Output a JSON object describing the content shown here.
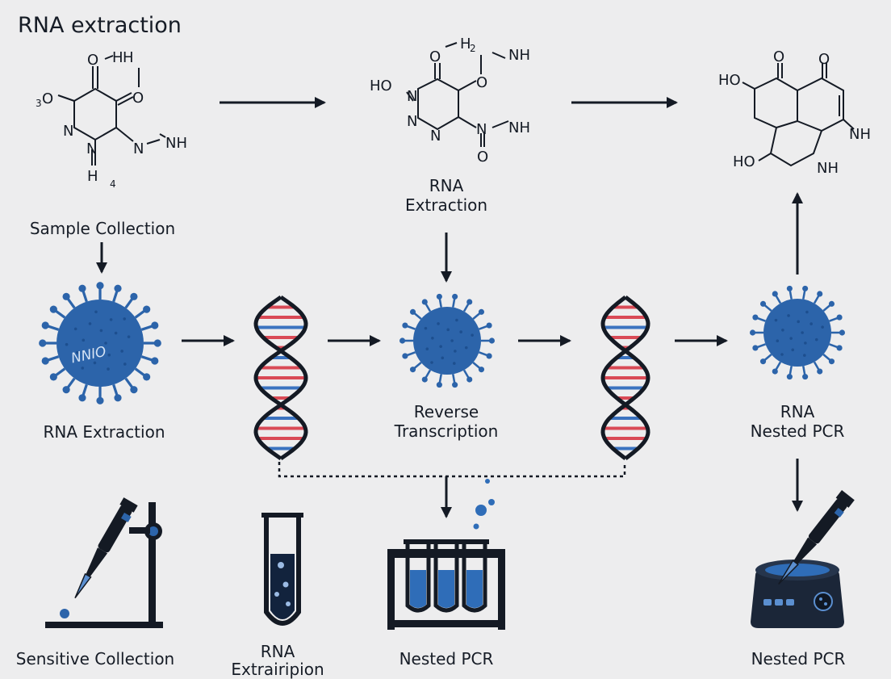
{
  "title": "RNA extraction",
  "labels": {
    "sample_collection": "Sample Collection",
    "rna_extraction_top": [
      "RNA",
      "Extraction"
    ],
    "rna_extraction_left": "RNA Extraction",
    "reverse_transcription": [
      "Reverse",
      "Transcription"
    ],
    "rna_nested_pcr": [
      "RNA",
      "Nested PCR"
    ],
    "sensitive_collection": "Sensitive Collection",
    "rna_extraction_tube": [
      "RNA",
      "Extrairipion"
    ],
    "nested_pcr_rack": "Nested PCR",
    "nested_pcr_machine": "Nested PCR"
  },
  "molecule_text": {
    "m1": [
      "O",
      "H",
      "H",
      "O",
      "O",
      "N",
      "N",
      "N",
      "NH",
      "4",
      "3",
      "H"
    ],
    "m2": [
      "O",
      "H",
      "2",
      "NH",
      "HO",
      "N",
      "N",
      "N",
      "O",
      "N",
      "NH",
      "O"
    ],
    "m3": [
      "O",
      "O",
      "HO",
      "NH",
      "HO",
      "NH"
    ]
  },
  "virus_text": "NNIO",
  "colors": {
    "ink": "#141a24",
    "virus_blue": "#2c64aa",
    "virus_dark": "#1d4f8f",
    "dna_red": "#d94a56",
    "dna_blue": "#3b73c0",
    "liquid": "#2f6db8",
    "background": "#ededee"
  }
}
